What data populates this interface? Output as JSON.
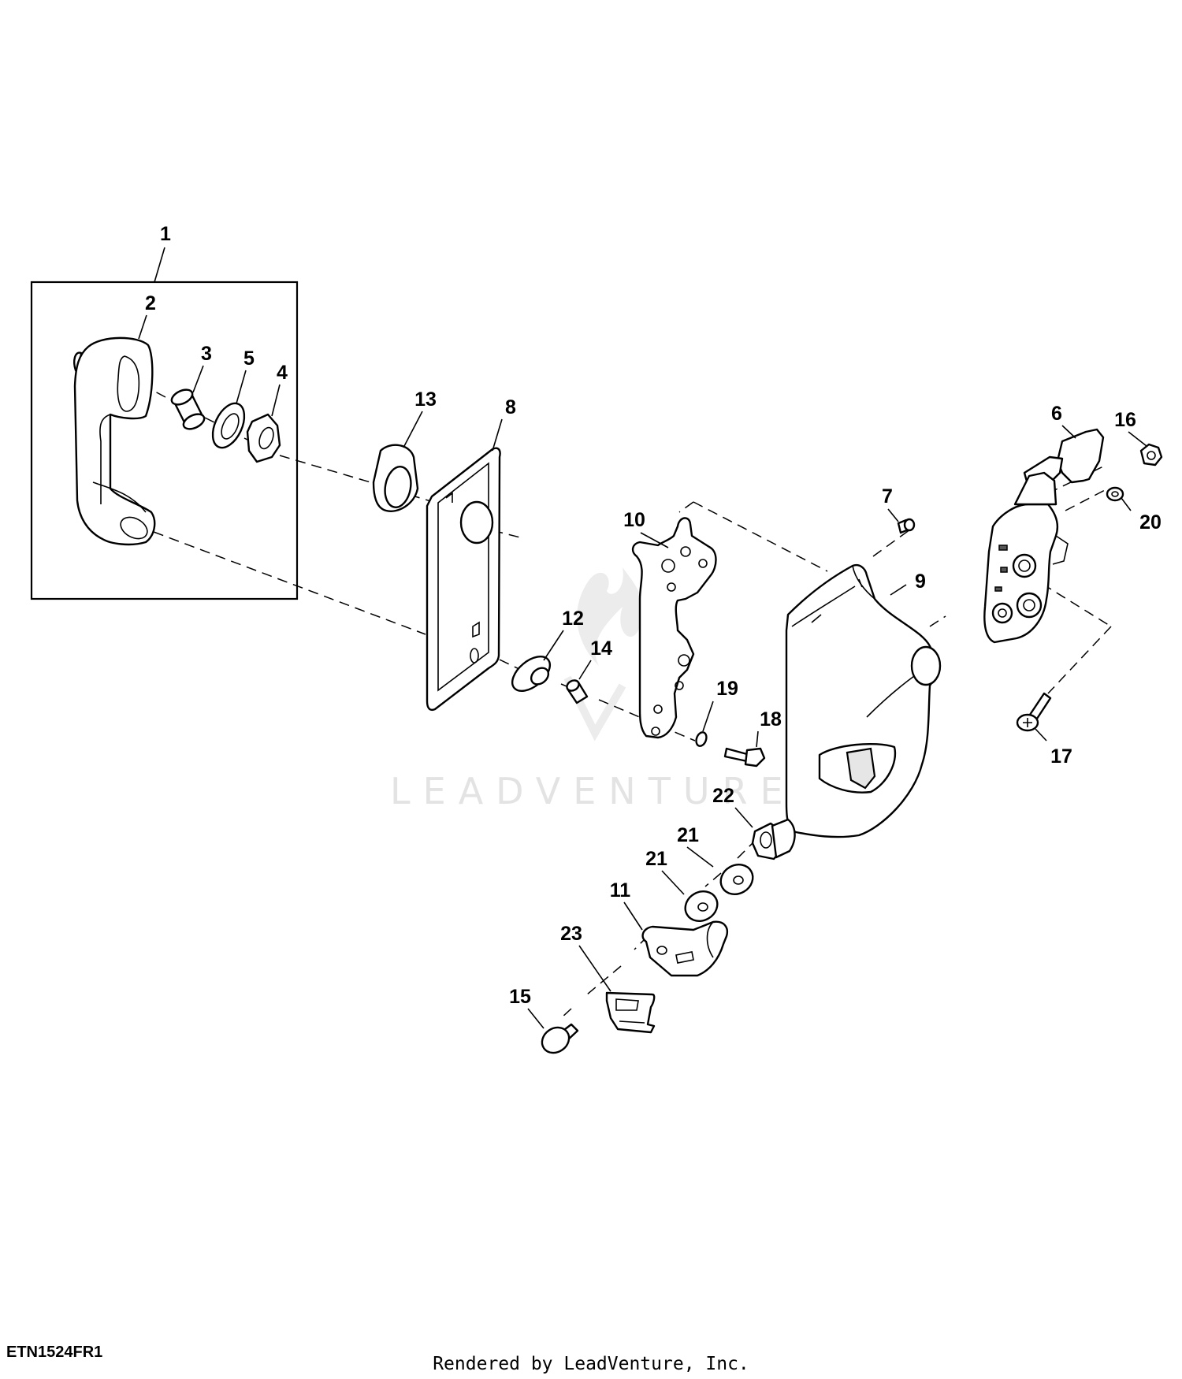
{
  "diagram": {
    "reference_code": "ETN1524FR1",
    "watermark": "LEADVENTURE",
    "credit": "Rendered by LeadVenture, Inc.",
    "callouts": [
      "1",
      "2",
      "3",
      "5",
      "4",
      "13",
      "8",
      "6",
      "16",
      "7",
      "10",
      "20",
      "9",
      "12",
      "14",
      "19",
      "18",
      "17",
      "22",
      "21",
      "21",
      "11",
      "23",
      "15"
    ]
  }
}
